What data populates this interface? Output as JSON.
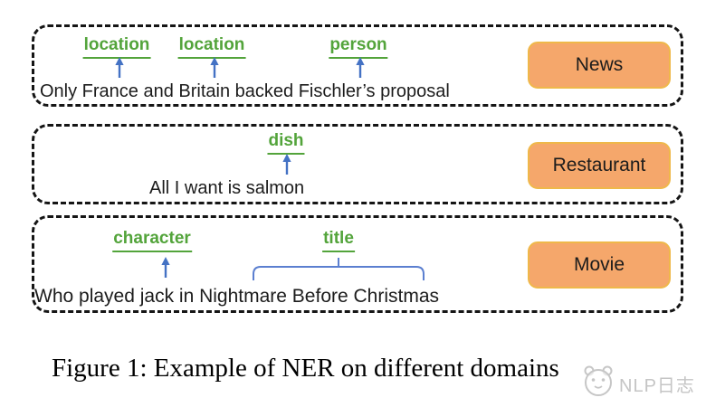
{
  "figure": {
    "caption": "Figure 1: Example of NER on different domains",
    "watermark_text": "NLP日志",
    "watermark_logo": "cartoon-face-logo"
  },
  "colors": {
    "entity_label_green": "#53a43b",
    "arrow_blue": "#4472c4",
    "domain_tag_fill": "#f5a76b",
    "domain_tag_border": "#efb84a",
    "dashed_border": "#151515",
    "watermark_gray": "#c5c5c5"
  },
  "domains": [
    {
      "name": "News",
      "sentence": "Only France and Britain backed Fischler’s proposal",
      "entity_labels": [
        "location",
        "location",
        "person"
      ]
    },
    {
      "name": "Restaurant",
      "sentence": "All I want is salmon",
      "entity_labels": [
        "dish"
      ]
    },
    {
      "name": "Movie",
      "sentence": "Who played jack in Nightmare Before Christmas",
      "entity_labels": [
        "character",
        "title"
      ]
    }
  ]
}
